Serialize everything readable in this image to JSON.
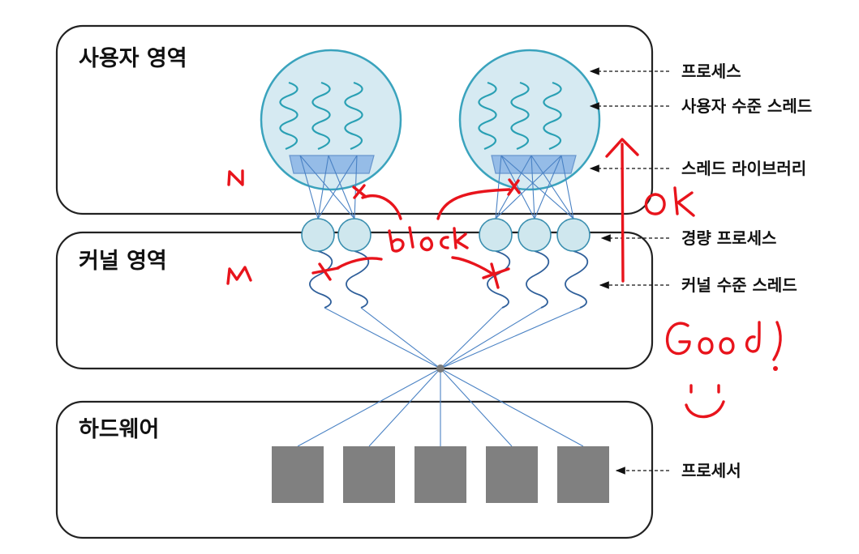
{
  "regions": {
    "user": "사용자 영역",
    "kernel": "커널 영역",
    "hardware": "하드웨어"
  },
  "callouts": {
    "process": "프로세스",
    "user_thread": "사용자 수준 스레드",
    "thread_library": "스레드 라이브러리",
    "lightweight_process": "경량 프로세스",
    "kernel_thread": "커널 수준 스레드",
    "processor": "프로세서"
  },
  "handwritten_notes": [
    "N",
    "M",
    "block",
    "OK",
    "Good!"
  ],
  "colors": {
    "process_fill": "#d6eaf2",
    "process_stroke": "#3aa3bd",
    "library_fill": "#8fb8e6",
    "processor_fill": "#808080",
    "annotation_ink": "#e8141c"
  }
}
